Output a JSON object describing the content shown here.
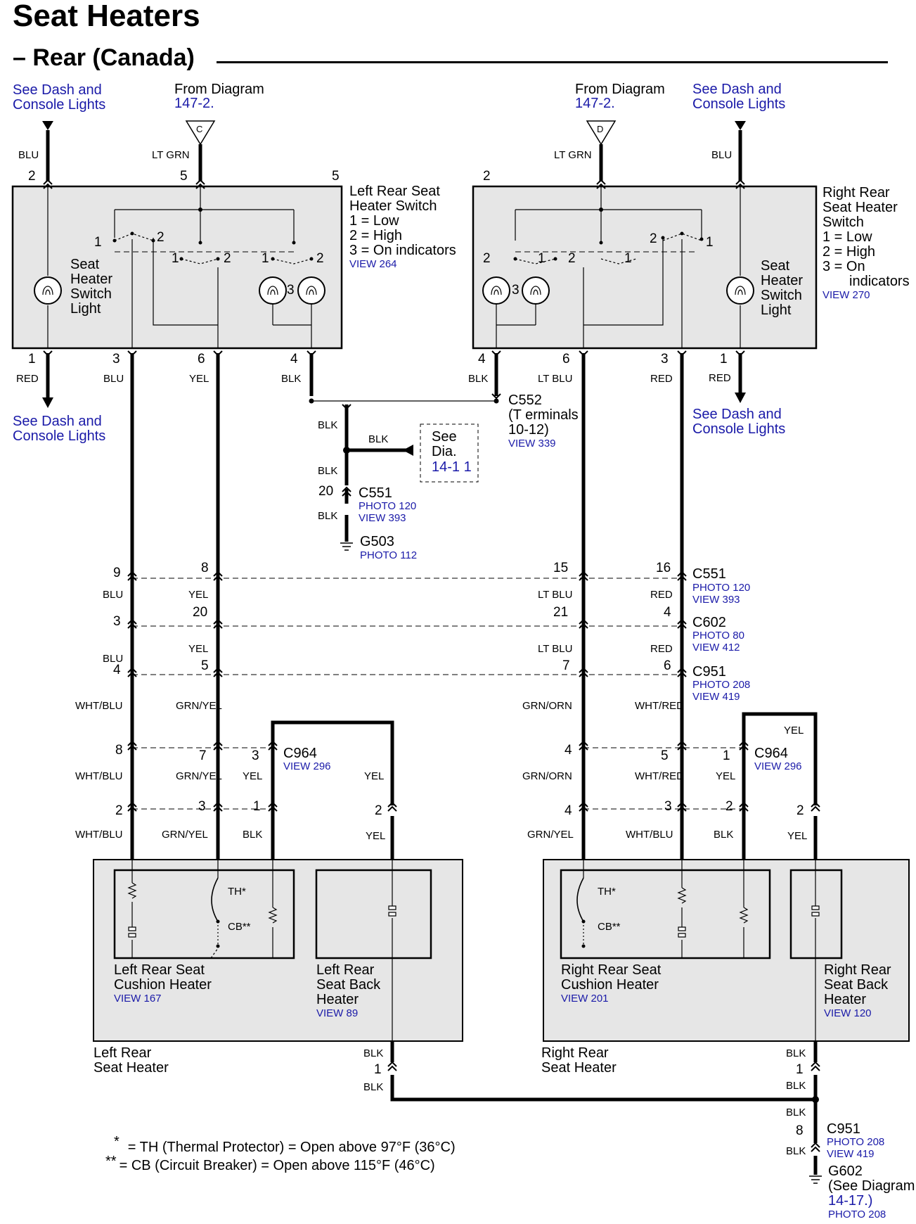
{
  "title": "Seat Heaters",
  "subtitle": "– Rear (Canada)",
  "refs": {
    "see_dash": "See Dash and",
    "console_lights": "Console Lights",
    "from_diagram": "From Diagram",
    "diagram_1472": "147-2.",
    "see": "See",
    "dia": "Dia.",
    "dia_1411": "14-1 1"
  },
  "components": {
    "left_switch": [
      "Left Rear Seat",
      "Heater Switch",
      "1 = Low",
      "2 = High",
      "3 = On indicators"
    ],
    "left_switch_view": "VIEW 264",
    "right_switch": [
      "Right Rear",
      "Seat Heater",
      "Switch",
      "1 = Low",
      "2 = High",
      "3 = On",
      "indicators"
    ],
    "right_switch_view": "VIEW 270",
    "switch_light": [
      "Seat",
      "Heater",
      "Switch",
      "Light"
    ],
    "left_cushion": [
      "Left Rear Seat",
      "Cushion Heater"
    ],
    "left_cushion_view": "VIEW 167",
    "left_back": [
      "Left Rear",
      "Seat Back",
      "Heater"
    ],
    "left_back_view": "VIEW 89",
    "right_cushion": [
      "Right Rear Seat",
      "Cushion Heater"
    ],
    "right_cushion_view": "VIEW 201",
    "right_back": [
      "Right Rear",
      "Seat Back",
      "Heater"
    ],
    "right_back_view": "VIEW 120",
    "left_heater": [
      "Left Rear",
      "Seat Heater"
    ],
    "right_heater": [
      "Right Rear",
      "Seat Heater"
    ],
    "th": "TH*",
    "cb": "CB**"
  },
  "connectors": {
    "c552": [
      "C552",
      "(T erminals",
      "10-12)"
    ],
    "c552_view": "VIEW 339",
    "c551": "C551",
    "c551_photo": "PHOTO 120",
    "c551_view": "VIEW 393",
    "g503": "G503",
    "g503_photo": "PHOTO 112",
    "c602": "C602",
    "c602_photo": "PHOTO 80",
    "c602_view": "VIEW 412",
    "c951": "C951",
    "c951_photo": "PHOTO 208",
    "c951_view": "VIEW 419",
    "c964": "C964",
    "c964_view": "VIEW 296",
    "g602": "G602",
    "g602_note": [
      "(See Diagram",
      "14-17.)"
    ],
    "g602_photo": "PHOTO 208"
  },
  "wire_colors": {
    "blu": "BLU",
    "lt_grn": "LT GRN",
    "red": "RED",
    "yel": "YEL",
    "blk": "BLK",
    "lt_blu": "LT BLU",
    "wht_blu": "WHT/BLU",
    "grn_yel": "GRN/YEL",
    "grn_orn": "GRN/ORN",
    "wht_red": "WHT/RED"
  },
  "pins": {
    "p1": "1",
    "p2": "2",
    "p3": "3",
    "p4": "4",
    "p5": "5",
    "p6": "6",
    "p7": "7",
    "p8": "8",
    "p9": "9",
    "p15": "15",
    "p16": "16",
    "p20": "20",
    "p21": "21"
  },
  "terminal_c": "C",
  "terminal_d": "D",
  "footnotes": {
    "star1": "*",
    "th_note": "= TH (Thermal Protector) = Open above 97°F (36°C)",
    "star2": "**",
    "cb_note": "= CB (Circuit Breaker) = Open above 115°F (46°C)"
  }
}
